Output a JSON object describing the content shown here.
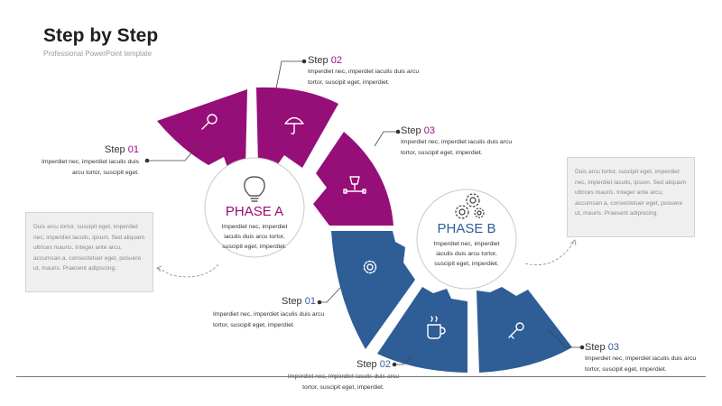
{
  "header": {
    "title": "Step by Step",
    "subtitle": "Professional PowerPoint template"
  },
  "colors": {
    "phase_a": "#960e78",
    "phase_b": "#2f5d96"
  },
  "phase_a": {
    "title": "PHASE A",
    "description": "Imperdiet nec, imperdiet iaculis duis arcu tortor, suscipit eget, imperdiet.",
    "icon": "lightbulb-icon",
    "steps": [
      {
        "label": "Step",
        "number": "01",
        "text": "Imperdiet nec, imperdiet iaculis duis arcu tortor, suscipit eget.",
        "icon": "magnifier-icon"
      },
      {
        "label": "Step",
        "number": "02",
        "text": "Imperdiet nec, imperdiet iaculis duis arcu tortor, suscipit eget, imperdiet.",
        "icon": "umbrella-icon"
      },
      {
        "label": "Step",
        "number": "03",
        "text": "Imperdiet nec, imperdiet iaculis duis arcu tortor, suscipit eget, imperdiet.",
        "icon": "pen-tool-icon"
      }
    ]
  },
  "phase_b": {
    "title": "PHASE B",
    "description": "Imperdiet nec, imperdiet iaculis duis arcu tortor, suscipit eget, imperdiet.",
    "icon": "gears-icon",
    "steps": [
      {
        "label": "Step",
        "number": "01",
        "text": "Imperdiet nec, imperdiet iaculis duis arcu tortor, suscipit eget, imperdiet.",
        "icon": "gear-icon"
      },
      {
        "label": "Step",
        "number": "02",
        "text": "Imperdiet nec, imperdiet iaculis duis arcu tortor, suscipit eget, imperdiet.",
        "icon": "coffee-cup-icon"
      },
      {
        "label": "Step",
        "number": "03",
        "text": "Imperdiet nec, imperdiet iaculis duis arcu tortor, suscipit eget, imperdiet.",
        "icon": "key-icon"
      }
    ]
  },
  "callouts": {
    "left": "Duis arcu tortor, suscipit eget, imperdiet nec, imperdiet iaculis, ipsum. Sed aliquam ultrices mauris. Integer ante arcu, accumsan a, consectetuer eget, posuere ut, mauris. Praesent adipiscing.",
    "right": "Duis arcu tortor, suscipit eget, imperdiet nec, imperdiet iaculis, ipsum. Sed aliquam ultrices mauris. Integer ante arcu, accumsan a, consectetuer eget, posuere ut, mauris. Praesent adipiscing."
  }
}
